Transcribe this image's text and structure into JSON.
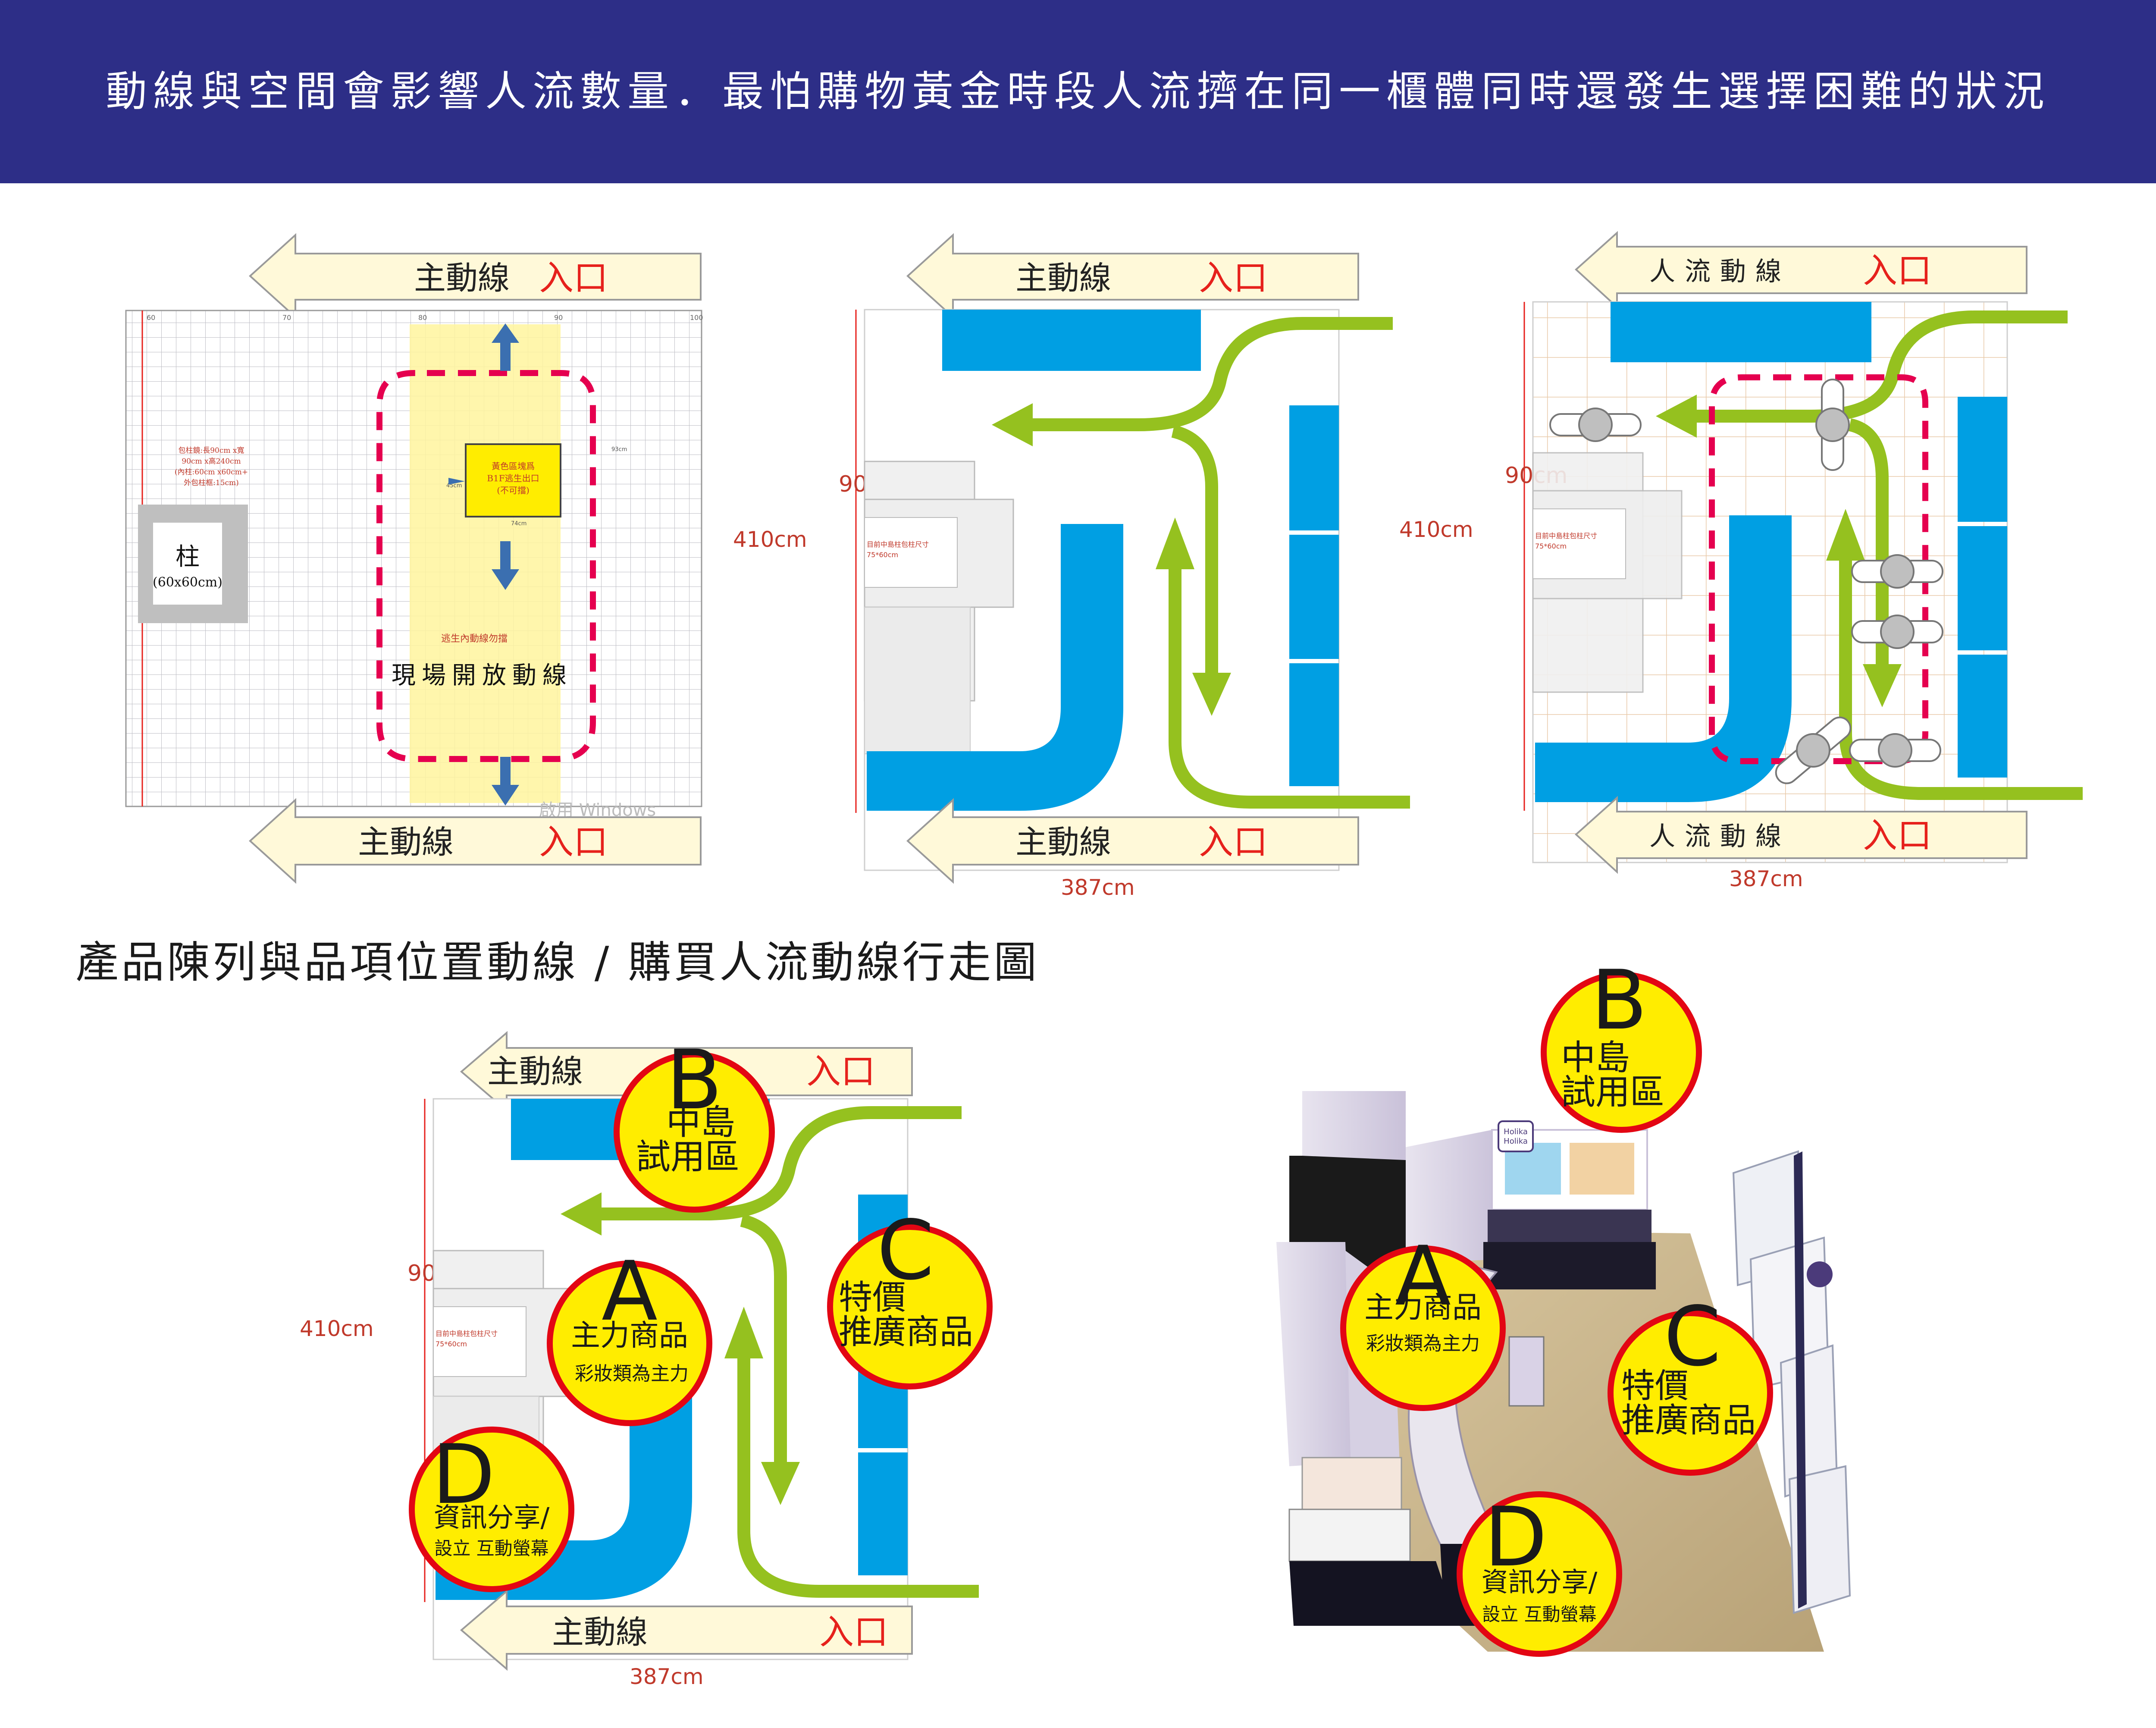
{
  "header": {
    "title": "動線與空間會影響人流數量．最怕購物黃金時段人流擠在同一櫃體同時還發生選擇困難的狀況"
  },
  "section": {
    "title": "產品陳列與品項位置動線 / 購買人流動線行走圖"
  },
  "colors": {
    "header_bg": "#2d2e87",
    "counter_blue": "#009fe3",
    "flow_green": "#95c11f",
    "entrance_red": "#e6211c",
    "arrow_fill": "#fff9d9",
    "badge_yellow": "#ffed00",
    "badge_ring": "#e30613",
    "zone_yellow": "#fff59d",
    "route_red": "#e5004f",
    "dim_red": "#c0392b"
  },
  "panel1": {
    "arrow_top_label": "主動線",
    "entrance_top": "入口",
    "arrow_bottom_label": "主動線",
    "entrance_bottom": "入口",
    "pillar_title": "柱",
    "pillar_size": "(60x60cm)",
    "dim_note": [
      "包柱鏡:長90cm x寬",
      "90cm x高240cm",
      "(內柱:60cm x60cm+",
      "外包柱框:15cm)"
    ],
    "exit_note": [
      "黃色區塊爲",
      "B1F逃生出口",
      "(不可擋)"
    ],
    "escape_note": "逃生內動線勿擋",
    "open_route": "現場開放動線",
    "watermark": "啟用 Windows",
    "ruler_ticks": [
      "60",
      "70",
      "80",
      "90",
      "100"
    ],
    "small_dims": [
      "45cm",
      "74cm",
      "93cm"
    ]
  },
  "panel2": {
    "arrow_top_label": "主動線",
    "entrance_top": "入口",
    "arrow_bottom_label": "主動線",
    "entrance_bottom": "入口",
    "dim_height": "410cm",
    "dim_width": "387cm",
    "dim_90": "90cm",
    "pillar_note": [
      "目前中島柱包柱尺寸",
      "75*60cm"
    ]
  },
  "panel3": {
    "arrow_top_label": "人流動線",
    "entrance_top": "入口",
    "arrow_bottom_label": "人流動線",
    "entrance_bottom": "入口",
    "dim_height": "410cm",
    "dim_width": "387cm",
    "dim_90": "90cm",
    "pillar_note": [
      "目前中島柱包柱尺寸",
      "75*60cm"
    ]
  },
  "panel4": {
    "arrow_top_label": "主動線",
    "entrance_top": "入口",
    "arrow_bottom_label": "主動線",
    "entrance_bottom": "入口",
    "dim_height": "410cm",
    "dim_width": "387cm",
    "dim_90": "90cm",
    "pillar_note": [
      "目前中島柱包柱尺寸",
      "75*60cm"
    ],
    "badges": [
      {
        "letter": "B",
        "line1": "中島",
        "line2": "試用區",
        "line3": ""
      },
      {
        "letter": "A",
        "line1": "主力商品",
        "line2": "彩妝類為主力",
        "line3": ""
      },
      {
        "letter": "C",
        "line1": "特價",
        "line2": "推廣商品",
        "line3": ""
      },
      {
        "letter": "D",
        "line1": "資訊分享/",
        "line2": "設立 互動螢幕",
        "line3": ""
      }
    ]
  },
  "panel5": {
    "brand": [
      "Holika",
      "Holika"
    ],
    "badges": [
      {
        "letter": "B",
        "line1": "中島",
        "line2": "試用區"
      },
      {
        "letter": "A",
        "line1": "主力商品",
        "line2": "彩妝類為主力"
      },
      {
        "letter": "C",
        "line1": "特價",
        "line2": "推廣商品"
      },
      {
        "letter": "D",
        "line1": "資訊分享/",
        "line2": "設立 互動螢幕"
      }
    ]
  }
}
